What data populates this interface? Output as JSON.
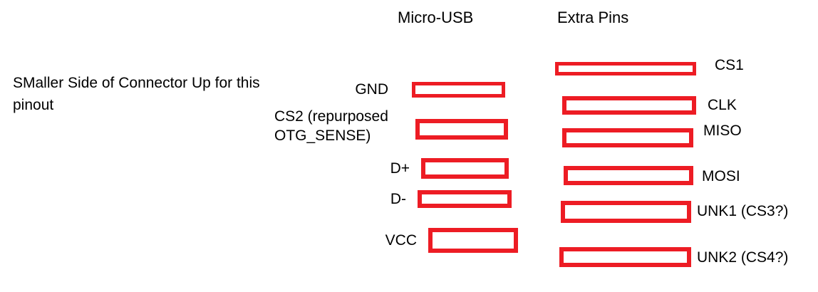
{
  "diagram": {
    "note": "SMaller Side of Connector Up for this pinout",
    "columns": [
      {
        "title": "Micro-USB"
      },
      {
        "title": "Extra Pins"
      }
    ],
    "accent_color": "#ed1c24",
    "micro_usb_pins": [
      {
        "label": "GND"
      },
      {
        "label": "CS2 (repurposed OTG_SENSE)"
      },
      {
        "label": "D+"
      },
      {
        "label": "D-"
      },
      {
        "label": "VCC"
      }
    ],
    "extra_pins": [
      {
        "label": "CS1"
      },
      {
        "label": "CLK"
      },
      {
        "label": "MISO"
      },
      {
        "label": "MOSI"
      },
      {
        "label": "UNK1 (CS3?)"
      },
      {
        "label": "UNK2 (CS4?)"
      }
    ]
  }
}
